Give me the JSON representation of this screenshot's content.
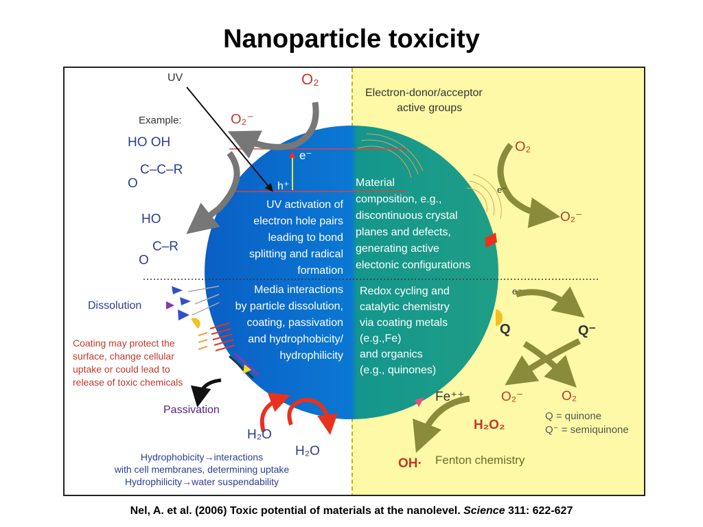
{
  "title": "Nanoparticle toxicity",
  "left": {
    "uv": "UV",
    "o2": "O₂",
    "o2_radical": "O₂⁻",
    "electron": "e⁻",
    "hole": "h⁺",
    "example": "Example:",
    "mol1_line1": "HO  OH",
    "mol1_line2": "C–C–R",
    "mol1_line3": "O",
    "mol2_line1": "HO",
    "mol2_line2": "C–R",
    "mol2_line3": "O",
    "uv_text": [
      "UV activation of",
      "electron hole pairs",
      "leading to bond",
      "splitting and radical",
      "formation"
    ],
    "media_text": [
      "Media interactions",
      "by particle dissolution,",
      "coating, passivation",
      "and hydrophobicity/",
      "hydrophilicity"
    ],
    "dissolution": "Dissolution",
    "coating_text": [
      "Coating may protect the",
      "surface, change cellular",
      "uptake or could lead to",
      "release of toxic chemicals"
    ],
    "passivation": "Passivation",
    "h2o_1": "H₂O",
    "h2o_2": "H₂O",
    "hydro_text": [
      "Hydrophobicity→interactions",
      "with cell membranes, determining uptake",
      "Hydrophilicity→water suspendability"
    ]
  },
  "right": {
    "donor_text": [
      "Electron-donor/acceptor",
      "active groups"
    ],
    "o2": "O₂",
    "electron": "e⁻",
    "o2_radical": "O₂⁻",
    "material_text": [
      "Material",
      "composition, e.g.,",
      "discontinuous crystal",
      "planes and defects,",
      "generating active",
      "electonic configurations"
    ],
    "redox_text": [
      "Redox cycling and",
      "catalytic chemistry",
      "via coating metals",
      "(e.g.,Fe)",
      "and organics",
      "(e.g., quinones)"
    ],
    "electron2": "e⁻",
    "q": "Q",
    "q_radical": "Q⁻",
    "o2_radical2": "O₂⁻",
    "o2_2": "O₂",
    "fe": "Fe⁺⁺",
    "h2o2": "H₂O₂",
    "oh": "OH·",
    "fenton": "Fenton chemistry",
    "q_def": "Q = quinone",
    "qr_def": "Q⁻ = semiquinone"
  },
  "citation": {
    "prefix": "Nel, A. et al. (2006) Toxic potential of materials at the nanolevel.",
    "journal": "Science",
    "suffix": "311: 622-627"
  },
  "colors": {
    "sphere_blue": "#0b6fd0",
    "sphere_teal": "#1b9a8e",
    "background_yellow": "#fdf9a6",
    "arrow_gray": "#777777",
    "arrow_olive": "#8a8c3a",
    "arrow_red": "#e8321e"
  }
}
